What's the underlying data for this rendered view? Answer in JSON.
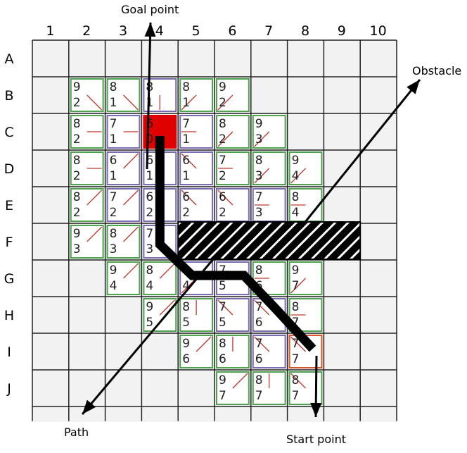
{
  "columns": [
    "1",
    "2",
    "3",
    "4",
    "5",
    "6",
    "7",
    "8",
    "9",
    "10"
  ],
  "rows": [
    "A",
    "B",
    "C",
    "D",
    "E",
    "F",
    "G",
    "H",
    "I",
    "J"
  ],
  "colors": {
    "grid_bg": "#f2f2f2",
    "grid_line": "#222222",
    "green": "#4fa34f",
    "purple": "#7b6cb3",
    "red": "#e00000",
    "orange": "#d9552b",
    "red_line": "#c0392b",
    "path": "#000000"
  },
  "labels": {
    "goal": "Goal point",
    "obstacle": "Obstacle",
    "path": "Path",
    "start": "Start point"
  },
  "cells": [
    {
      "r": 1,
      "c": 1,
      "top": "9",
      "bot": "2",
      "border": "green",
      "dir": "se"
    },
    {
      "r": 1,
      "c": 2,
      "top": "8",
      "bot": "1",
      "border": "green",
      "dir": "se"
    },
    {
      "r": 1,
      "c": 3,
      "top": "8",
      "bot": "1",
      "border": "purple",
      "dir": "s"
    },
    {
      "r": 1,
      "c": 4,
      "top": "8",
      "bot": "1",
      "border": "green",
      "dir": "sw"
    },
    {
      "r": 1,
      "c": 5,
      "top": "9",
      "bot": "2",
      "border": "green",
      "dir": "sw"
    },
    {
      "r": 2,
      "c": 1,
      "top": "8",
      "bot": "2",
      "border": "green",
      "dir": "e"
    },
    {
      "r": 2,
      "c": 2,
      "top": "7",
      "bot": "1",
      "border": "purple",
      "dir": "e"
    },
    {
      "r": 2,
      "c": 3,
      "top": "6",
      "bot": "0",
      "border": "red",
      "dir": ""
    },
    {
      "r": 2,
      "c": 4,
      "top": "7",
      "bot": "1",
      "border": "purple",
      "dir": "w"
    },
    {
      "r": 2,
      "c": 5,
      "top": "8",
      "bot": "2",
      "border": "green",
      "dir": "sw"
    },
    {
      "r": 2,
      "c": 6,
      "top": "9",
      "bot": "3",
      "border": "green",
      "dir": "sw"
    },
    {
      "r": 3,
      "c": 1,
      "top": "8",
      "bot": "2",
      "border": "green",
      "dir": "e"
    },
    {
      "r": 3,
      "c": 2,
      "top": "6",
      "bot": "1",
      "border": "purple",
      "dir": "ne"
    },
    {
      "r": 3,
      "c": 3,
      "top": "6",
      "bot": "1",
      "border": "purple",
      "dir": "n"
    },
    {
      "r": 3,
      "c": 4,
      "top": "6",
      "bot": "1",
      "border": "purple",
      "dir": "nw"
    },
    {
      "r": 3,
      "c": 5,
      "top": "7",
      "bot": "2",
      "border": "green",
      "dir": "w"
    },
    {
      "r": 3,
      "c": 6,
      "top": "8",
      "bot": "3",
      "border": "green",
      "dir": "sw"
    },
    {
      "r": 3,
      "c": 7,
      "top": "9",
      "bot": "4",
      "border": "green",
      "dir": "sw"
    },
    {
      "r": 4,
      "c": 1,
      "top": "8",
      "bot": "2",
      "border": "green",
      "dir": "ne"
    },
    {
      "r": 4,
      "c": 2,
      "top": "7",
      "bot": "2",
      "border": "purple",
      "dir": "ne"
    },
    {
      "r": 4,
      "c": 3,
      "top": "6",
      "bot": "2",
      "border": "purple",
      "dir": "n"
    },
    {
      "r": 4,
      "c": 4,
      "top": "6",
      "bot": "2",
      "border": "purple",
      "dir": "nw"
    },
    {
      "r": 4,
      "c": 5,
      "top": "6",
      "bot": "2",
      "border": "purple",
      "dir": "nw"
    },
    {
      "r": 4,
      "c": 6,
      "top": "7",
      "bot": "3",
      "border": "purple",
      "dir": "w"
    },
    {
      "r": 4,
      "c": 7,
      "top": "8",
      "bot": "4",
      "border": "green",
      "dir": "w"
    },
    {
      "r": 5,
      "c": 1,
      "top": "9",
      "bot": "3",
      "border": "green",
      "dir": "ne"
    },
    {
      "r": 5,
      "c": 2,
      "top": "8",
      "bot": "3",
      "border": "green",
      "dir": "ne"
    },
    {
      "r": 5,
      "c": 3,
      "top": "7",
      "bot": "3",
      "border": "purple",
      "dir": "n"
    },
    {
      "r": 6,
      "c": 2,
      "top": "9",
      "bot": "4",
      "border": "green",
      "dir": "ne"
    },
    {
      "r": 6,
      "c": 3,
      "top": "8",
      "bot": "4",
      "border": "green",
      "dir": "ne"
    },
    {
      "r": 6,
      "c": 4,
      "top": "4",
      "bot": "4",
      "border": "purple",
      "dir": "sw"
    },
    {
      "r": 6,
      "c": 5,
      "top": "7",
      "bot": "5",
      "border": "purple",
      "dir": "w"
    },
    {
      "r": 6,
      "c": 6,
      "top": "8",
      "bot": "6",
      "border": "green",
      "dir": "w"
    },
    {
      "r": 6,
      "c": 7,
      "top": "9",
      "bot": "7",
      "border": "green",
      "dir": "sw"
    },
    {
      "r": 7,
      "c": 3,
      "top": "9",
      "bot": "5",
      "border": "green",
      "dir": "ne"
    },
    {
      "r": 7,
      "c": 4,
      "top": "8",
      "bot": "5",
      "border": "green",
      "dir": "n"
    },
    {
      "r": 7,
      "c": 5,
      "top": "7",
      "bot": "5",
      "border": "purple",
      "dir": "nw"
    },
    {
      "r": 7,
      "c": 6,
      "top": "7",
      "bot": "6",
      "border": "purple",
      "dir": "nw"
    },
    {
      "r": 7,
      "c": 7,
      "top": "8",
      "bot": "7",
      "border": "green",
      "dir": "w"
    },
    {
      "r": 8,
      "c": 4,
      "top": "9",
      "bot": "6",
      "border": "green",
      "dir": "ne"
    },
    {
      "r": 8,
      "c": 5,
      "top": "8",
      "bot": "6",
      "border": "green",
      "dir": "n"
    },
    {
      "r": 8,
      "c": 6,
      "top": "7",
      "bot": "6",
      "border": "purple",
      "dir": "nw"
    },
    {
      "r": 8,
      "c": 7,
      "top": "7",
      "bot": "7",
      "border": "orange",
      "dir": "nw"
    },
    {
      "r": 9,
      "c": 5,
      "top": "9",
      "bot": "7",
      "border": "green",
      "dir": "ne"
    },
    {
      "r": 9,
      "c": 6,
      "top": "8",
      "bot": "7",
      "border": "green",
      "dir": "n"
    },
    {
      "r": 9,
      "c": 7,
      "top": "8",
      "bot": "7",
      "border": "green",
      "dir": "nw"
    }
  ],
  "obstacle": {
    "row": 5,
    "from_col": 4,
    "to_col": 8
  },
  "path_cells": [
    [
      2,
      3
    ],
    [
      5,
      3
    ],
    [
      6,
      4
    ],
    [
      6,
      5
    ],
    [
      6,
      6
    ],
    [
      8,
      7
    ]
  ]
}
